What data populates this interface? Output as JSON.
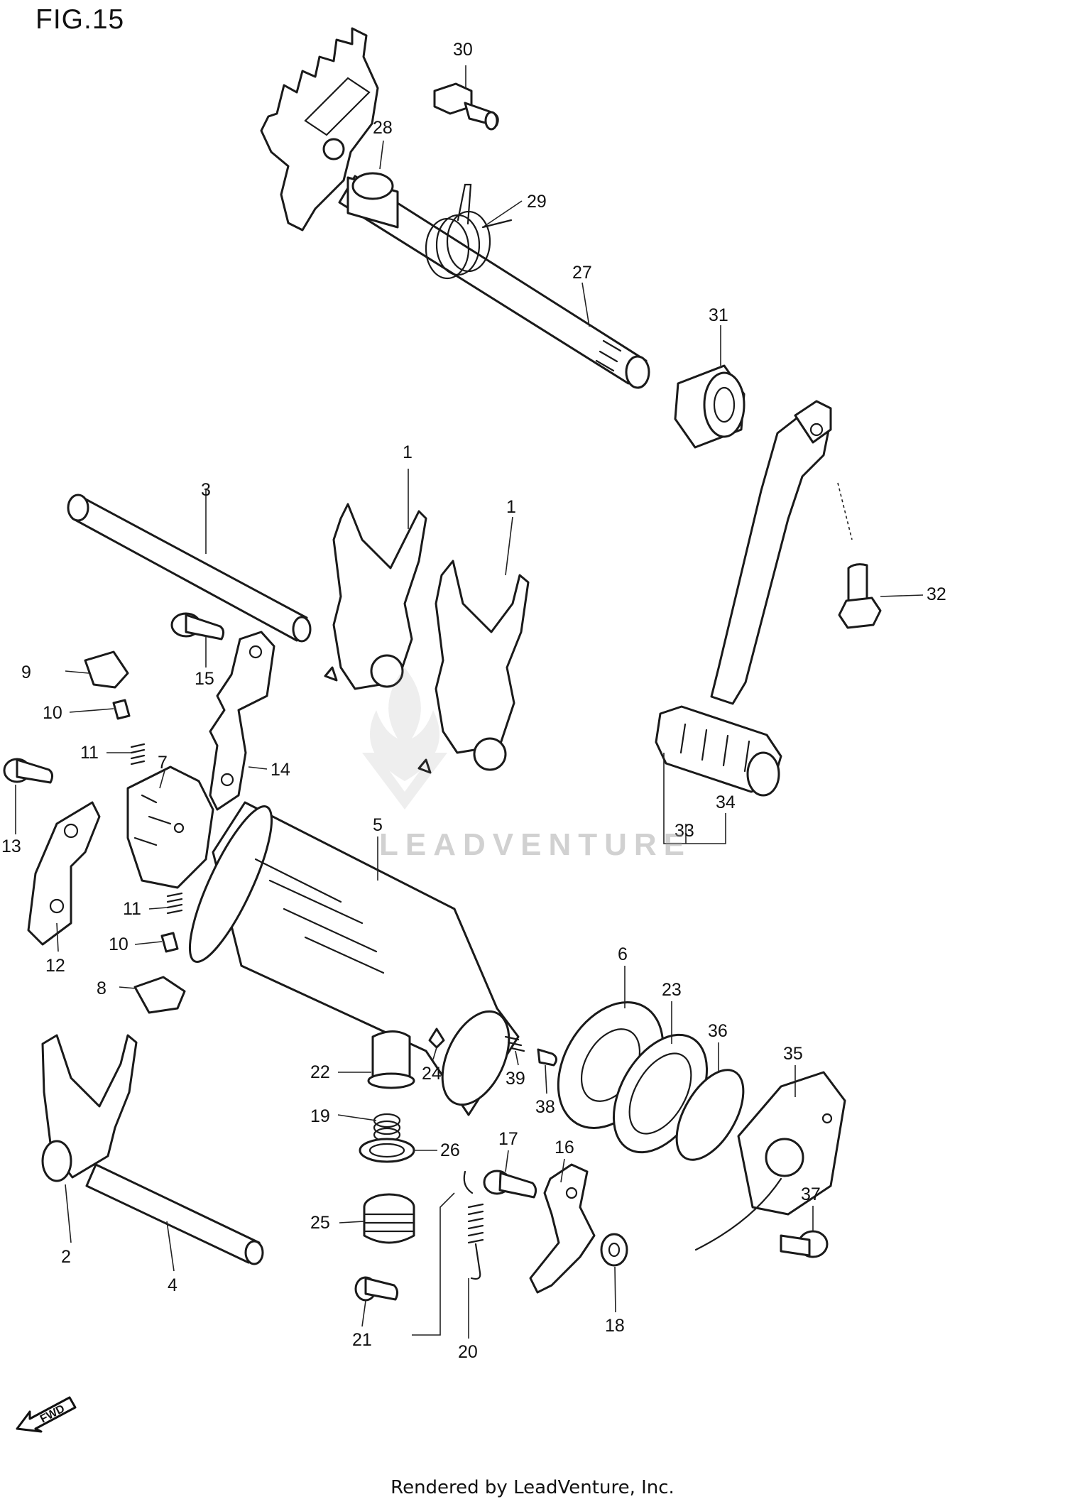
{
  "figure": {
    "title": "FIG.15"
  },
  "footer": {
    "text": "Rendered by LeadVenture, Inc."
  },
  "watermark": {
    "text": "LEADVENTURE"
  },
  "fwd_indicator": {
    "label": "FWD"
  },
  "callouts": [
    {
      "id": "1a",
      "text": "1"
    },
    {
      "id": "1b",
      "text": "1"
    },
    {
      "id": "2",
      "text": "2"
    },
    {
      "id": "3",
      "text": "3"
    },
    {
      "id": "4",
      "text": "4"
    },
    {
      "id": "5",
      "text": "5"
    },
    {
      "id": "6",
      "text": "6"
    },
    {
      "id": "7",
      "text": "7"
    },
    {
      "id": "8",
      "text": "8"
    },
    {
      "id": "9",
      "text": "9"
    },
    {
      "id": "10a",
      "text": "10"
    },
    {
      "id": "10b",
      "text": "10"
    },
    {
      "id": "11a",
      "text": "11"
    },
    {
      "id": "11b",
      "text": "11"
    },
    {
      "id": "12",
      "text": "12"
    },
    {
      "id": "13",
      "text": "13"
    },
    {
      "id": "14",
      "text": "14"
    },
    {
      "id": "15",
      "text": "15"
    },
    {
      "id": "16",
      "text": "16"
    },
    {
      "id": "17",
      "text": "17"
    },
    {
      "id": "18",
      "text": "18"
    },
    {
      "id": "19",
      "text": "19"
    },
    {
      "id": "20",
      "text": "20"
    },
    {
      "id": "21",
      "text": "21"
    },
    {
      "id": "22",
      "text": "22"
    },
    {
      "id": "23",
      "text": "23"
    },
    {
      "id": "24",
      "text": "24"
    },
    {
      "id": "25",
      "text": "25"
    },
    {
      "id": "26",
      "text": "26"
    },
    {
      "id": "27",
      "text": "27"
    },
    {
      "id": "28",
      "text": "28"
    },
    {
      "id": "29",
      "text": "29"
    },
    {
      "id": "30",
      "text": "30"
    },
    {
      "id": "31",
      "text": "31"
    },
    {
      "id": "32",
      "text": "32"
    },
    {
      "id": "33",
      "text": "33"
    },
    {
      "id": "34",
      "text": "34"
    },
    {
      "id": "35",
      "text": "35"
    },
    {
      "id": "36",
      "text": "36"
    },
    {
      "id": "37",
      "text": "37"
    },
    {
      "id": "38",
      "text": "38"
    },
    {
      "id": "39",
      "text": "39"
    }
  ]
}
